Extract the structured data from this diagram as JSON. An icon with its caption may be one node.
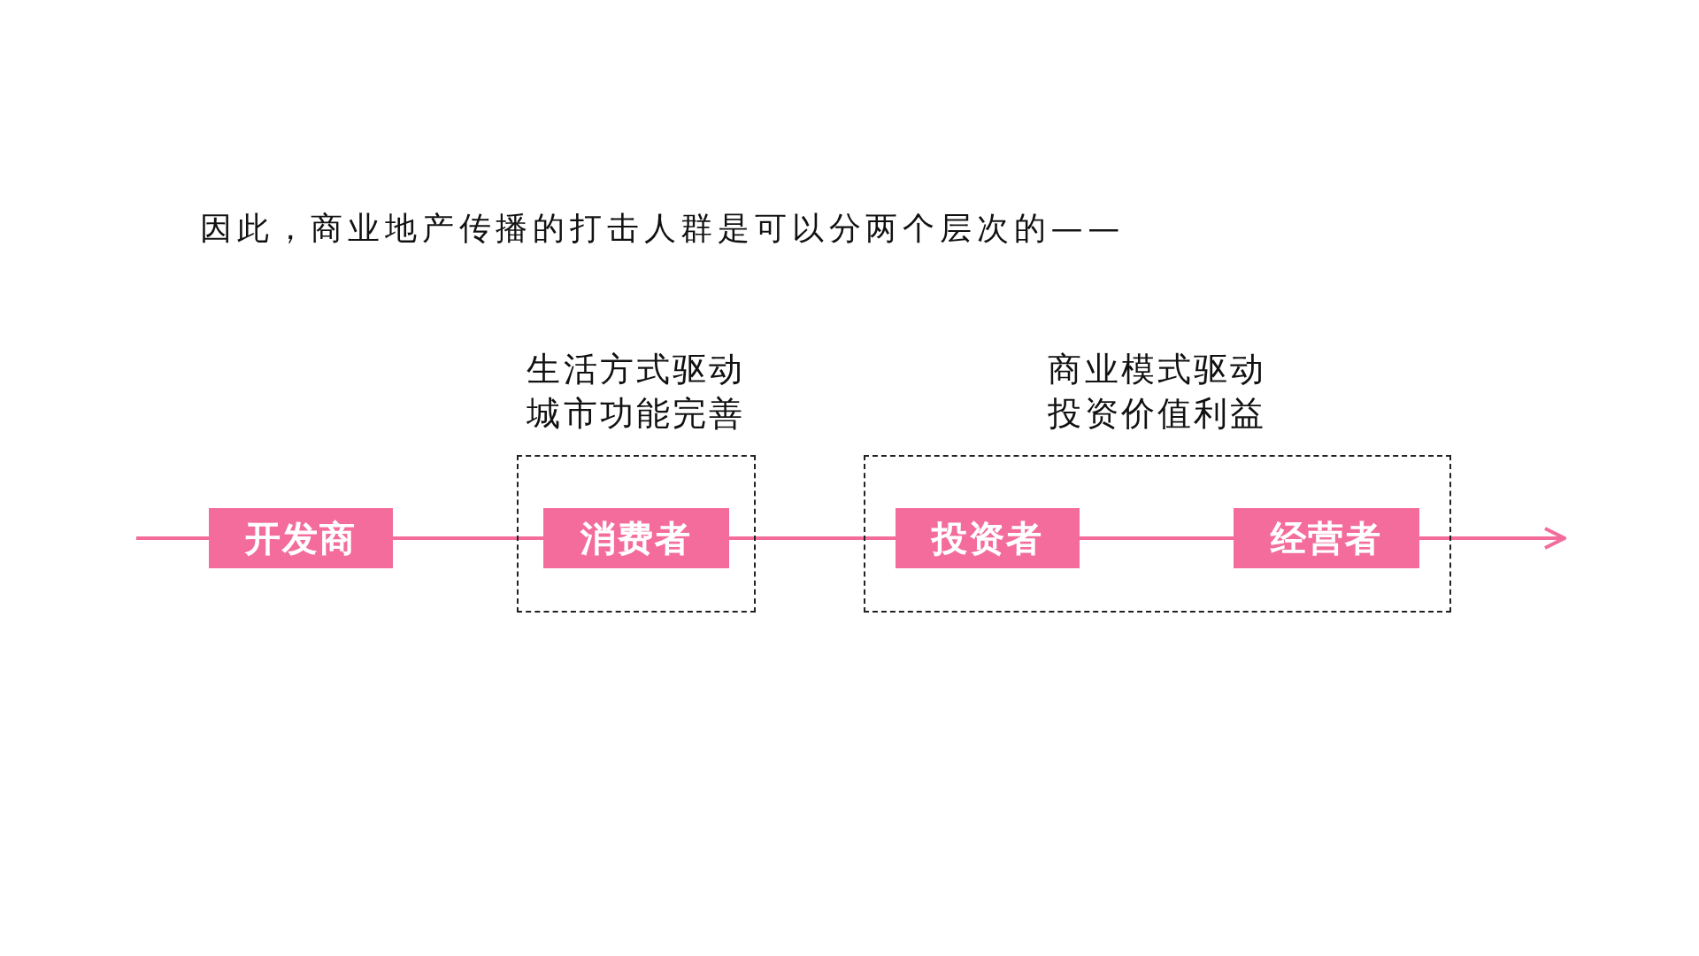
{
  "diagram": {
    "title": "因此，商业地产传播的打击人群是可以分两个层次的——",
    "nodes": [
      {
        "text": [
          "开发商"
        ]
      },
      {
        "text": [
          "生活方式驱动",
          "城市功能完善"
        ]
      },
      {
        "text": [
          "消费者"
        ],
        "in": 1
      },
      {
        "text": [
          "商业模式驱动",
          "投资价值利益"
        ]
      },
      {
        "text": [
          "投资者"
        ],
        "in": 3
      },
      {
        "text": [
          "经营者"
        ],
        "in": 3
      }
    ],
    "edges": [
      {
        "from": null,
        "to": 0,
        "arrow": "none"
      },
      {
        "from": 0,
        "to": 2,
        "arrow": "none"
      },
      {
        "from": 2,
        "to": 4,
        "arrow": "none"
      },
      {
        "from": 4,
        "to": 5,
        "arrow": "none"
      },
      {
        "from": 5,
        "to": null,
        "arrow": "to"
      }
    ]
  }
}
